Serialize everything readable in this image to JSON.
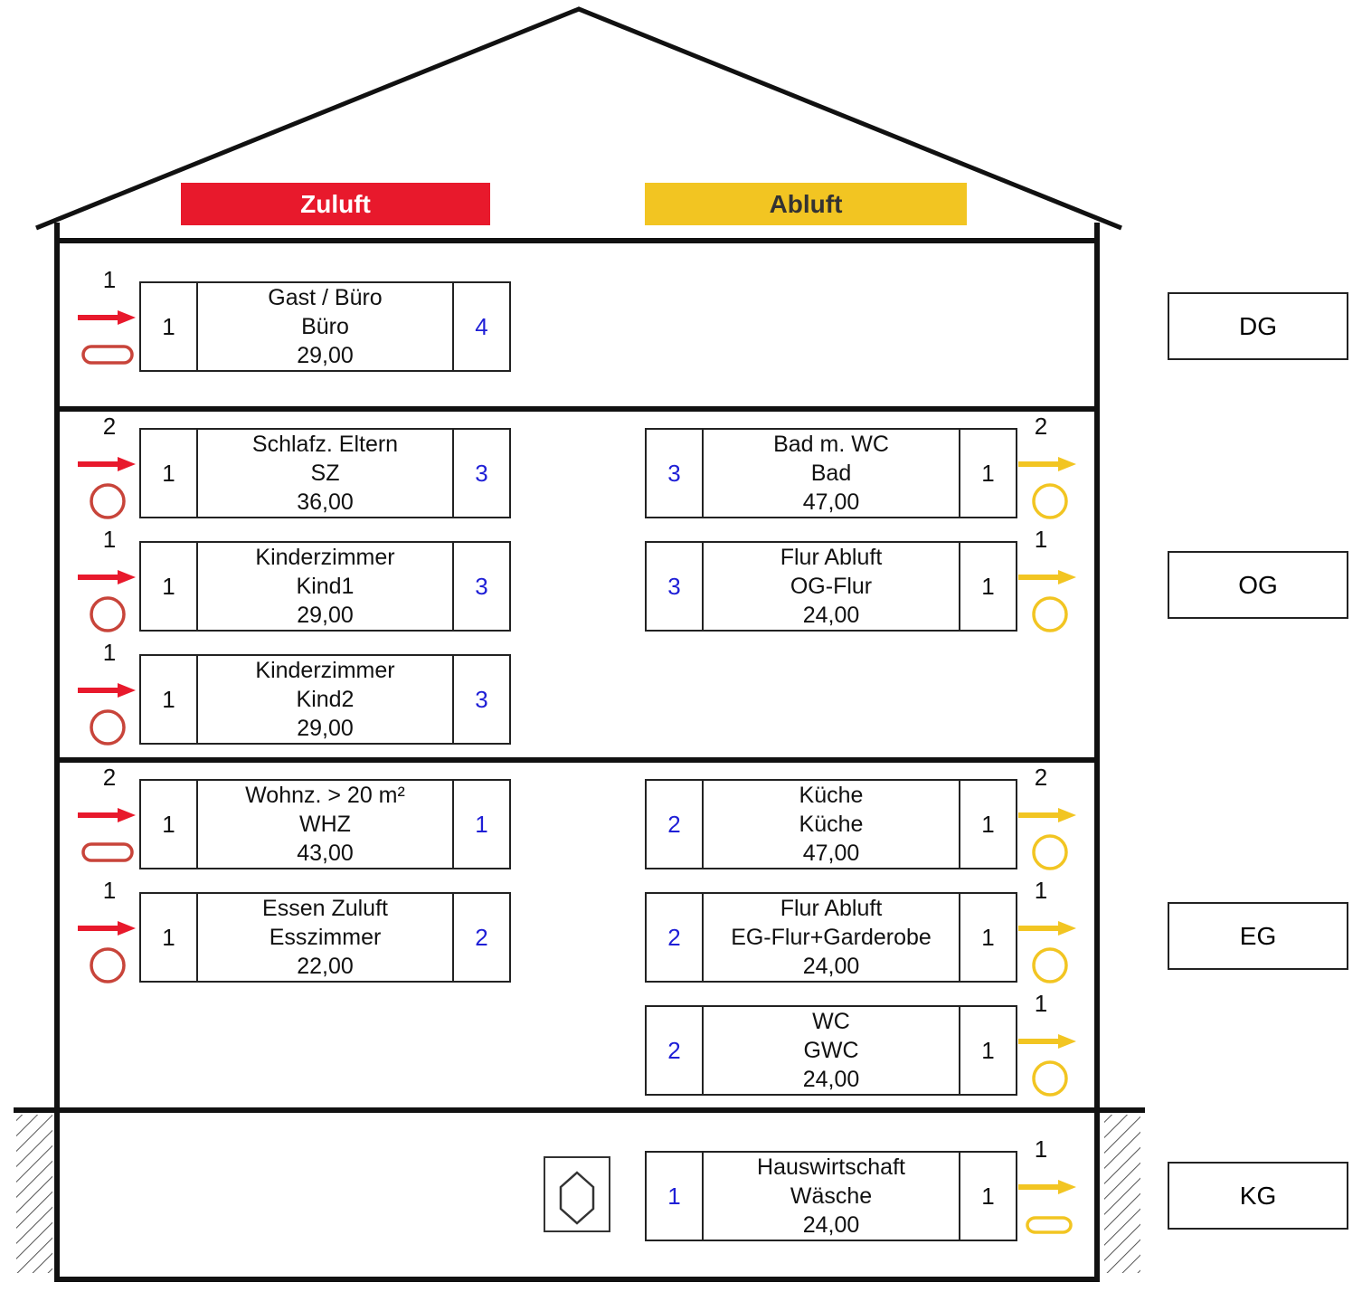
{
  "legend": {
    "supply": "Zuluft",
    "exhaust": "Abluft"
  },
  "colors": {
    "supply": "#e8192c",
    "exhaust": "#f2c522",
    "valve_supply": "#c8443a",
    "blue_number": "#1f1fd6"
  },
  "floors": [
    "DG",
    "OG",
    "EG",
    "KG"
  ],
  "rooms": [
    {
      "side": "supply",
      "floor": "DG",
      "count": "1",
      "left": "1",
      "lines": [
        "Gast / Büro",
        "Büro",
        "29,00"
      ],
      "right": "4",
      "valve": "oval"
    },
    {
      "side": "supply",
      "floor": "OG",
      "count": "2",
      "left": "1",
      "lines": [
        "Schlafz. Eltern",
        "SZ",
        "36,00"
      ],
      "right": "3",
      "valve": "circle"
    },
    {
      "side": "supply",
      "floor": "OG",
      "count": "1",
      "left": "1",
      "lines": [
        "Kinderzimmer",
        "Kind1",
        "29,00"
      ],
      "right": "3",
      "valve": "circle"
    },
    {
      "side": "supply",
      "floor": "OG",
      "count": "1",
      "left": "1",
      "lines": [
        "Kinderzimmer",
        "Kind2",
        "29,00"
      ],
      "right": "3",
      "valve": "circle"
    },
    {
      "side": "supply",
      "floor": "EG",
      "count": "2",
      "left": "1",
      "lines": [
        "Wohnz. > 20 m²",
        "WHZ",
        "43,00"
      ],
      "right": "1",
      "valve": "oval"
    },
    {
      "side": "supply",
      "floor": "EG",
      "count": "1",
      "left": "1",
      "lines": [
        "Essen Zuluft",
        "Esszimmer",
        "22,00"
      ],
      "right": "2",
      "valve": "circle"
    },
    {
      "side": "exhaust",
      "floor": "OG",
      "count": "2",
      "left": "3",
      "lines": [
        "Bad m. WC",
        "Bad",
        "47,00"
      ],
      "right": "1",
      "valve": "circle"
    },
    {
      "side": "exhaust",
      "floor": "OG",
      "count": "1",
      "left": "3",
      "lines": [
        "Flur Abluft",
        "OG-Flur",
        "24,00"
      ],
      "right": "1",
      "valve": "circle"
    },
    {
      "side": "exhaust",
      "floor": "EG",
      "count": "2",
      "left": "2",
      "lines": [
        "Küche",
        "Küche",
        "47,00"
      ],
      "right": "1",
      "valve": "circle"
    },
    {
      "side": "exhaust",
      "floor": "EG",
      "count": "1",
      "left": "2",
      "lines": [
        "Flur Abluft",
        "EG-Flur+Garderobe",
        "24,00"
      ],
      "right": "1",
      "valve": "circle"
    },
    {
      "side": "exhaust",
      "floor": "EG",
      "count": "1",
      "left": "2",
      "lines": [
        "WC",
        "GWC",
        "24,00"
      ],
      "right": "1",
      "valve": "circle"
    },
    {
      "side": "exhaust",
      "floor": "KG",
      "count": "1",
      "left": "1",
      "lines": [
        "Hauswirtschaft",
        "Wäsche",
        "24,00"
      ],
      "right": "1",
      "valve": "oval"
    }
  ]
}
